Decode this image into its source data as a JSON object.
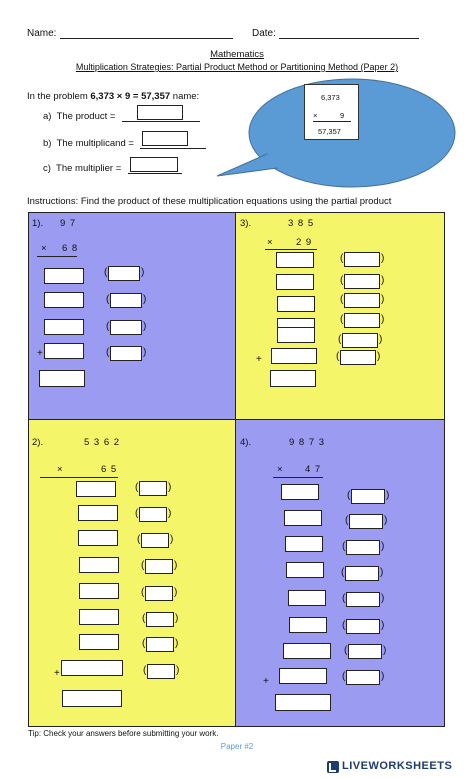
{
  "header": {
    "name_label": "Name:",
    "date_label": "Date:"
  },
  "title": {
    "subject": "Mathematics",
    "subtitle": "Multiplication Strategies: Partial Product Method or Partitioning Method (Paper 2)"
  },
  "intro": {
    "prefix": "In the problem",
    "problem": "6,373 × 9 = 57,357",
    "suffix": "name:",
    "items": [
      {
        "letter": "a)",
        "label": "The product ="
      },
      {
        "letter": "b)",
        "label": "The multiplicand ="
      },
      {
        "letter": "c)",
        "label": "The multiplier ="
      }
    ]
  },
  "bubble": {
    "line1": "6,373",
    "op": "×",
    "line2": "9",
    "result": "57,357",
    "color": "#5b9bd5"
  },
  "instructions": "Instructions: Find the product of these multiplication equations using the partial product",
  "problems": [
    {
      "num": "1).",
      "a": "9 7",
      "op": "×",
      "b": "6 8",
      "color": "#9b9bf2"
    },
    {
      "num": "3).",
      "a": "3 8 5",
      "op": "×",
      "b": "2 9",
      "color": "#f5f56a"
    },
    {
      "num": "2).",
      "a": "5 3 6 2",
      "op": "×",
      "b": "6 5",
      "color": "#f5f56a"
    },
    {
      "num": "4).",
      "a": "9 8 7 3",
      "op": "×",
      "b": "4 7",
      "color": "#9b9bf2"
    }
  ],
  "symbols": {
    "plus": "+",
    "open": "(",
    "close": ")"
  },
  "tip": "Tip: Check your answers before submitting your work.",
  "footer": "Paper #2",
  "watermark": "LIVEWORKSHEETS"
}
